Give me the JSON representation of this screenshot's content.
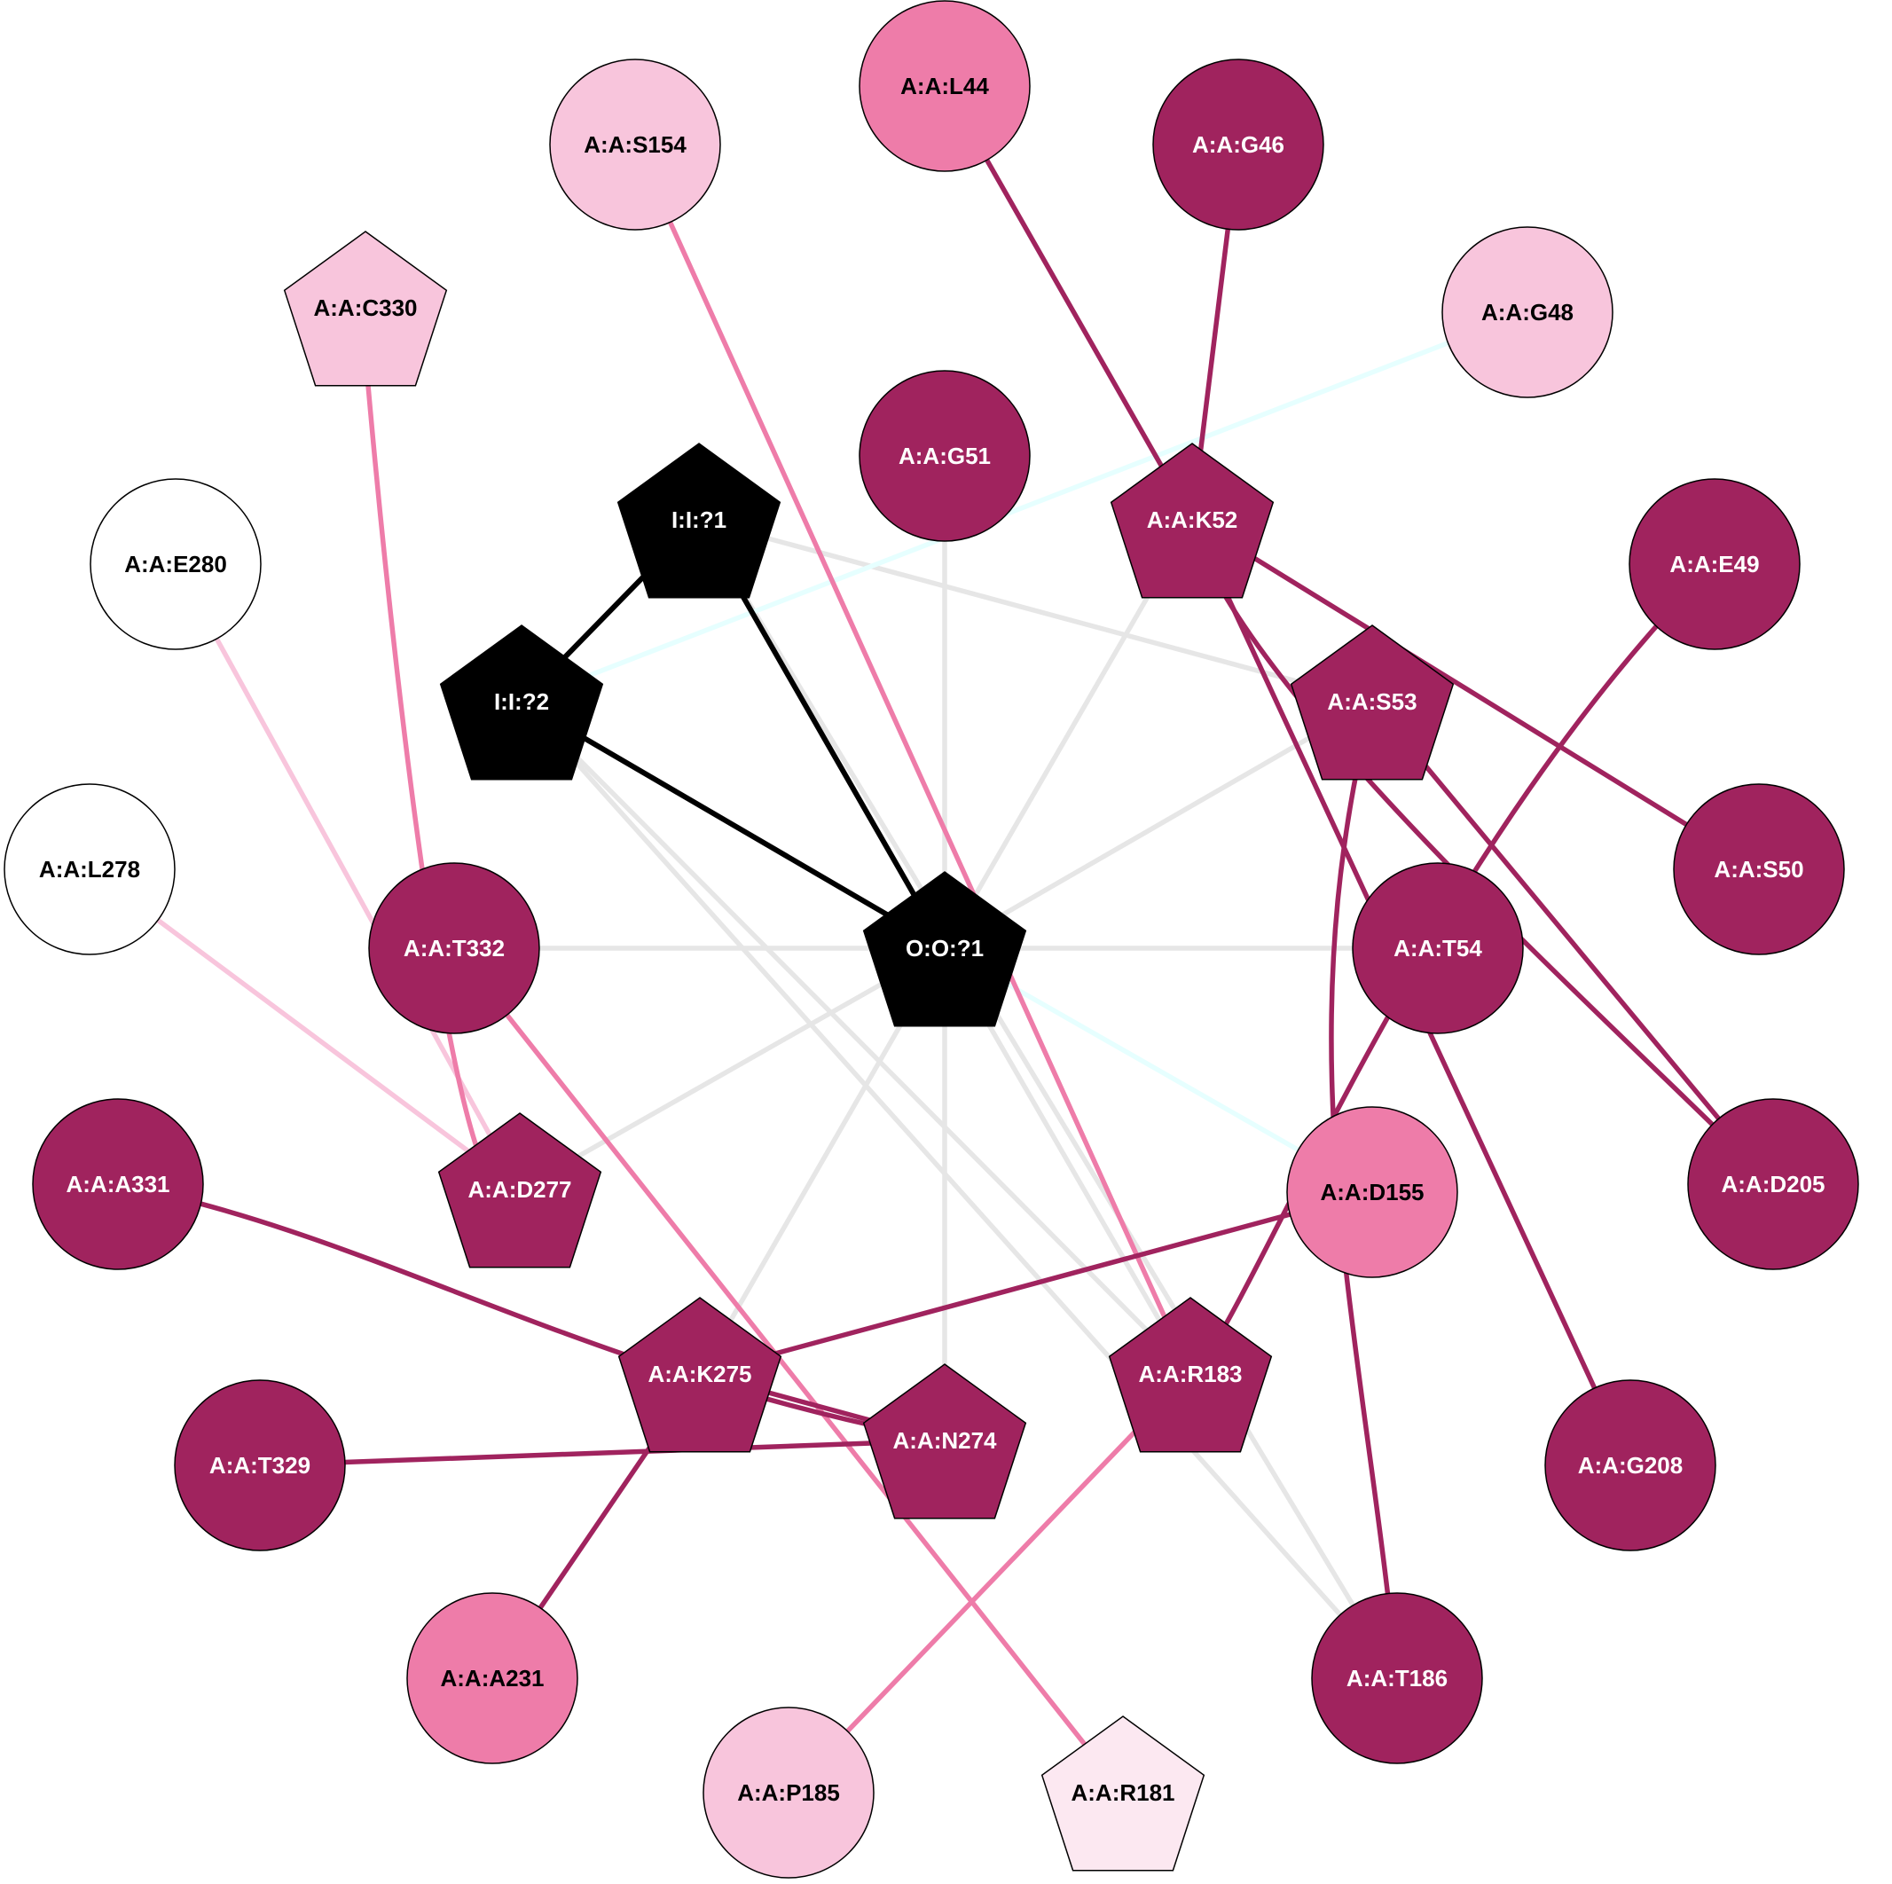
{
  "colors": {
    "dark": "#a0235e",
    "mid": "#ee7ca9",
    "light": "#f8c5dc",
    "pale": "#fce8f1",
    "white": "#ffffff",
    "black": "#000000",
    "gray_edge": "#e6e6e6",
    "cyan_edge": "#e6ffff"
  },
  "nodes": [
    {
      "id": "L44",
      "label": "A:A:L44",
      "shape": "circle",
      "fill": "mid"
    },
    {
      "id": "S154",
      "label": "A:A:S154",
      "shape": "circle",
      "fill": "light"
    },
    {
      "id": "G46",
      "label": "A:A:G46",
      "shape": "circle",
      "fill": "dark"
    },
    {
      "id": "G48",
      "label": "A:A:G48",
      "shape": "circle",
      "fill": "light"
    },
    {
      "id": "C330",
      "label": "A:A:C330",
      "shape": "pentagon",
      "fill": "light"
    },
    {
      "id": "G51",
      "label": "A:A:G51",
      "shape": "circle",
      "fill": "dark"
    },
    {
      "id": "K52",
      "label": "A:A:K52",
      "shape": "pentagon",
      "fill": "dark"
    },
    {
      "id": "I1",
      "label": "I:I:?1",
      "shape": "pentagon",
      "fill": "black"
    },
    {
      "id": "E280",
      "label": "A:A:E280",
      "shape": "circle",
      "fill": "white"
    },
    {
      "id": "E49",
      "label": "A:A:E49",
      "shape": "circle",
      "fill": "dark"
    },
    {
      "id": "I2",
      "label": "I:I:?2",
      "shape": "pentagon",
      "fill": "black"
    },
    {
      "id": "S53",
      "label": "A:A:S53",
      "shape": "pentagon",
      "fill": "dark"
    },
    {
      "id": "S50",
      "label": "A:A:S50",
      "shape": "circle",
      "fill": "dark"
    },
    {
      "id": "L278",
      "label": "A:A:L278",
      "shape": "circle",
      "fill": "white"
    },
    {
      "id": "T332",
      "label": "A:A:T332",
      "shape": "circle",
      "fill": "dark"
    },
    {
      "id": "O1",
      "label": "O:O:?1",
      "shape": "pentagon",
      "fill": "black"
    },
    {
      "id": "T54",
      "label": "A:A:T54",
      "shape": "circle",
      "fill": "dark"
    },
    {
      "id": "A331",
      "label": "A:A:A331",
      "shape": "circle",
      "fill": "dark"
    },
    {
      "id": "D277",
      "label": "A:A:D277",
      "shape": "pentagon",
      "fill": "dark"
    },
    {
      "id": "D155",
      "label": "A:A:D155",
      "shape": "circle",
      "fill": "mid"
    },
    {
      "id": "D205",
      "label": "A:A:D205",
      "shape": "circle",
      "fill": "dark"
    },
    {
      "id": "K275",
      "label": "A:A:K275",
      "shape": "pentagon",
      "fill": "dark"
    },
    {
      "id": "R183",
      "label": "A:A:R183",
      "shape": "pentagon",
      "fill": "dark"
    },
    {
      "id": "N274",
      "label": "A:A:N274",
      "shape": "pentagon",
      "fill": "dark"
    },
    {
      "id": "T329",
      "label": "A:A:T329",
      "shape": "circle",
      "fill": "dark"
    },
    {
      "id": "G208",
      "label": "A:A:G208",
      "shape": "circle",
      "fill": "dark"
    },
    {
      "id": "A231",
      "label": "A:A:A231",
      "shape": "circle",
      "fill": "mid"
    },
    {
      "id": "T186",
      "label": "A:A:T186",
      "shape": "circle",
      "fill": "dark"
    },
    {
      "id": "P185",
      "label": "A:A:P185",
      "shape": "circle",
      "fill": "light"
    },
    {
      "id": "R181",
      "label": "A:A:R181",
      "shape": "pentagon",
      "fill": "pale"
    }
  ],
  "edges": [
    {
      "from": "I1",
      "to": "S53",
      "color": "gray_edge"
    },
    {
      "from": "I1",
      "to": "T186",
      "color": "gray_edge"
    },
    {
      "from": "I2",
      "to": "R183",
      "color": "gray_edge"
    },
    {
      "from": "I2",
      "to": "T186",
      "color": "gray_edge"
    },
    {
      "from": "O1",
      "to": "G51",
      "color": "gray_edge"
    },
    {
      "from": "O1",
      "to": "K52",
      "color": "gray_edge"
    },
    {
      "from": "O1",
      "to": "S53",
      "color": "gray_edge"
    },
    {
      "from": "O1",
      "to": "T54",
      "color": "gray_edge"
    },
    {
      "from": "O1",
      "to": "T332",
      "color": "gray_edge"
    },
    {
      "from": "O1",
      "to": "D277",
      "color": "gray_edge"
    },
    {
      "from": "O1",
      "to": "K275",
      "color": "gray_edge"
    },
    {
      "from": "O1",
      "to": "N274",
      "color": "gray_edge"
    },
    {
      "from": "O1",
      "to": "R183",
      "color": "gray_edge"
    },
    {
      "from": "I2",
      "to": "G48",
      "color": "cyan_edge"
    },
    {
      "from": "O1",
      "to": "D155",
      "color": "cyan_edge"
    },
    {
      "from": "E280",
      "to": "D277",
      "color": "light"
    },
    {
      "from": "L278",
      "to": "D277",
      "color": "light"
    },
    {
      "from": "S154",
      "to": "R183",
      "color": "mid"
    },
    {
      "from": "C330",
      "to": "D277",
      "color": "mid",
      "curve": [
        -40,
        -400,
        100,
        -140
      ]
    },
    {
      "from": "T332",
      "to": "R181",
      "color": "mid"
    },
    {
      "from": "P185",
      "to": "R183",
      "color": "mid"
    },
    {
      "from": "L44",
      "to": "K52",
      "color": "dark"
    },
    {
      "from": "G46",
      "to": "K52",
      "color": "dark"
    },
    {
      "from": "K52",
      "to": "S50",
      "color": "dark"
    },
    {
      "from": "K52",
      "to": "G208",
      "color": "dark"
    },
    {
      "from": "K52",
      "to": "D205",
      "color": "dark",
      "curve": [
        40,
        180,
        200,
        200
      ]
    },
    {
      "from": "S53",
      "to": "D205",
      "color": "dark"
    },
    {
      "from": "S53",
      "to": "T186",
      "color": "dark",
      "curve": [
        -100,
        400,
        40,
        400
      ]
    },
    {
      "from": "E49",
      "to": "R183",
      "color": "dark",
      "curve": [
        -340,
        340,
        -60,
        40
      ]
    },
    {
      "from": "A331",
      "to": "N274",
      "color": "dark",
      "curve": [
        300,
        60,
        420,
        80
      ]
    },
    {
      "from": "D155",
      "to": "K275",
      "color": "dark"
    },
    {
      "from": "K275",
      "to": "N274",
      "color": "dark"
    },
    {
      "from": "T329",
      "to": "N274",
      "color": "dark"
    },
    {
      "from": "A231",
      "to": "K275",
      "color": "dark"
    },
    {
      "from": "I1",
      "to": "I2",
      "color": "black"
    },
    {
      "from": "I1",
      "to": "O1",
      "color": "black"
    },
    {
      "from": "I2",
      "to": "O1",
      "color": "black"
    }
  ]
}
